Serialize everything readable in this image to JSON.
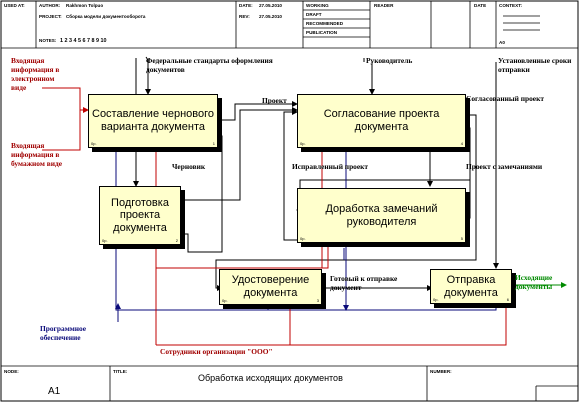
{
  "header": {
    "used_at_label": "USED AT:",
    "author_label": "AUTHOR:",
    "author_value": "Rakhmon Tolpuo",
    "project_label": "PROJECT:",
    "project_value": "Сборка модели документооборота",
    "date_label": "DATE:",
    "date_value": "27.05.2010",
    "rev_label": "REV:",
    "rev_value": "27.05.2010",
    "notes_label": "NOTES:",
    "notes_value": "1 2 3 4 5 6 7 8 9 10",
    "status_items": [
      "WORKING",
      "DRAFT",
      "RECOMMENDED",
      "PUBLICATION"
    ],
    "reader_label": "READER",
    "reader_date_label": "DATE",
    "context_label": "CONTEXT:",
    "context_code": "A0"
  },
  "boxes": [
    {
      "id": "b1",
      "label": "Составление чернового варианта документа",
      "cost": "0р.",
      "num": "1"
    },
    {
      "id": "b2",
      "label": "Подготовка проекта документа",
      "cost": "0р.",
      "num": "2"
    },
    {
      "id": "b3",
      "label": "Удостоверение документа",
      "cost": "0р.",
      "num": "3"
    },
    {
      "id": "b4",
      "label": "Согласование проекта документа",
      "cost": "0р.",
      "num": "4"
    },
    {
      "id": "b5",
      "label": "Доработка замечаний руководителя",
      "cost": "0р.",
      "num": "5"
    },
    {
      "id": "b6",
      "label": "Отправка документа",
      "cost": "0р.",
      "num": "6"
    }
  ],
  "arrows": {
    "input_electronic": "Входящая информация в электронном виде",
    "input_paper": "Входящая информация в бумажном виде",
    "federal_standards": "Федеральные стандарты оформления документов",
    "manager": "Руководитель",
    "established_terms": "Установленные сроки отправки",
    "project": "Проект",
    "draft": "Черновик",
    "agreed_project": "Согласованный проект",
    "corrected_project": "Исправленный проект",
    "project_with_remarks": "Проект с замечаниями",
    "ready_for_sending": "Готовый к отправке документ",
    "outgoing_documents": "Исходящие документы",
    "software": "Программное обеспечение",
    "employees": "Сотрудники организации \"ООО\""
  },
  "footer": {
    "node_label": "NODE:",
    "node_value": "A1",
    "title_label": "TITLE:",
    "title_value": "Обработка исходящих документов",
    "number_label": "NUMBER:"
  },
  "colors": {
    "box_fill": "#ffffcc",
    "input_red": "#a00000",
    "mechanism_blue": "#0a0a7a",
    "mechanism_red": "#c00000",
    "output_green": "#008a00"
  }
}
